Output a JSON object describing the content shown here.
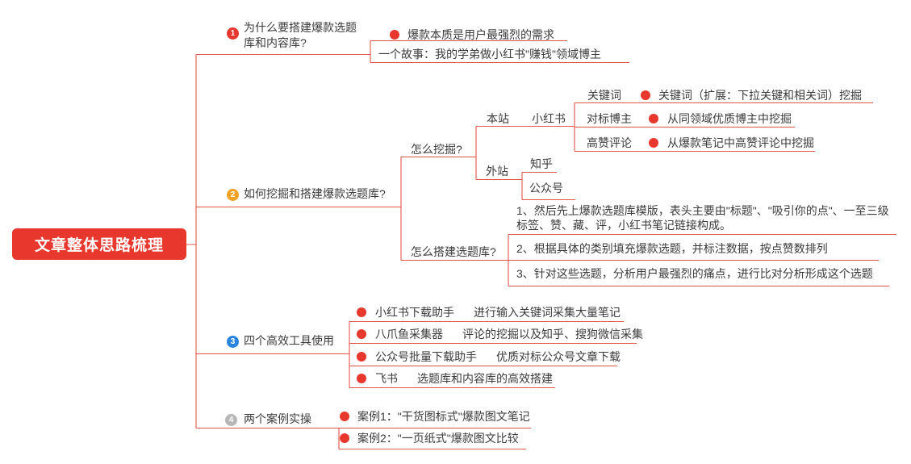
{
  "colors": {
    "accent_red": "#e8382d",
    "line_red": "#e2544a",
    "badge_orange": "#f0a327",
    "badge_blue": "#2a85e0",
    "badge_gray": "#b7b7b7",
    "text": "#3b3b3b"
  },
  "root": {
    "label": "文章整体思路梳理"
  },
  "nodes": {
    "b1": {
      "num": "1",
      "label": "为什么要搭建爆款选题库和内容库?"
    },
    "b1c1": {
      "label": "爆款本质是用户最强烈的需求"
    },
    "b1c2": {
      "label": "一个故事：我的学弟做小红书\"赚钱\"领域博主"
    },
    "b2": {
      "num": "2",
      "label": "如何挖掘和搭建爆款选题库?"
    },
    "dig": {
      "label": "怎么挖掘?"
    },
    "local": {
      "label": "本站"
    },
    "xhs": {
      "label": "小红书"
    },
    "kw": {
      "label": "关键词",
      "child": "关键词（扩展：下拉关键和相关词）挖掘"
    },
    "bench": {
      "label": "对标博主",
      "child": "从同领域优质博主中挖掘"
    },
    "hot": {
      "label": "高赞评论",
      "child": "从爆款笔记中高赞评论中挖掘"
    },
    "ext": {
      "label": "外站"
    },
    "zhihu": {
      "label": "知乎"
    },
    "gzh": {
      "label": "公众号"
    },
    "build": {
      "label": "怎么搭建选题库?"
    },
    "step1": {
      "label": "1、然后先上爆款选题库模版，表头主要由\"标题\"、\"吸引你的点\"、一至三级标签、赞、藏、评，小红书笔记链接构成。"
    },
    "step2": {
      "label": "2、根据具体的类别填充爆款选题，并标注数据，按点赞数排列"
    },
    "step3": {
      "label": "3、针对这些选题，分析用户最强烈的痛点，进行比对分析形成这个选题"
    },
    "b3": {
      "num": "3",
      "label": "四个高效工具使用"
    },
    "tool1": {
      "name": "小红书下载助手",
      "desc": "进行输入关键词采集大量笔记"
    },
    "tool2": {
      "name": "八爪鱼采集器",
      "desc": "评论的挖掘以及知乎、搜狗微信采集"
    },
    "tool3": {
      "name": "公众号批量下载助手",
      "desc": "优质对标公众号文章下载"
    },
    "tool4": {
      "name": "飞书",
      "desc": "选题库和内容库的高效搭建"
    },
    "b4": {
      "num": "4",
      "label": "两个案例实操"
    },
    "case1": {
      "label": "案例1：\"干货图标式\"爆款图文笔记"
    },
    "case2": {
      "label": "案例2：\"一页纸式\"爆款图文比较"
    }
  }
}
